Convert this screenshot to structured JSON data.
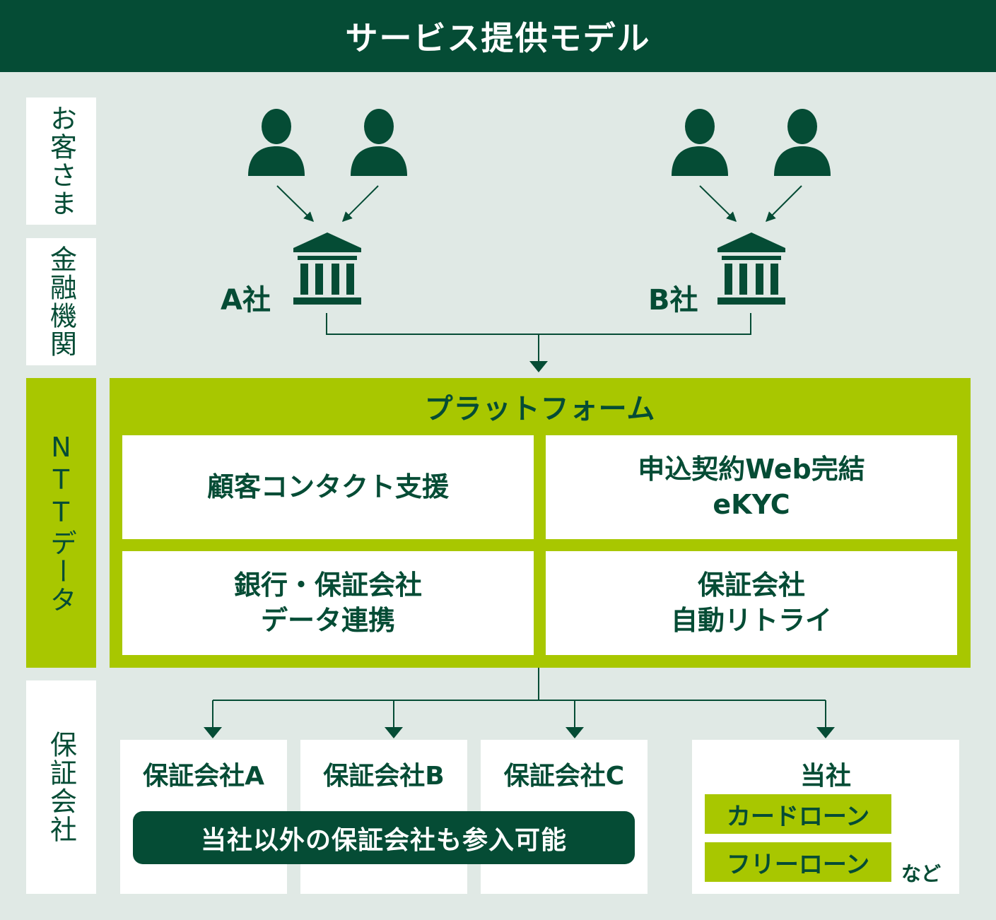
{
  "title": "サービス提供モデル",
  "rows": {
    "customers": "お客さま",
    "financial": "金融機関",
    "ntt": "NTTデータ",
    "guarantee": "保証会社"
  },
  "banks": {
    "a": "A社",
    "b": "B社"
  },
  "platform": {
    "title": "プラットフォーム",
    "boxes": [
      {
        "line1": "顧客コンタクト支援",
        "line2": ""
      },
      {
        "line1": "申込契約Web完結",
        "line2": "eKYC"
      },
      {
        "line1": "銀行・保証会社",
        "line2": "データ連携"
      },
      {
        "line1": "保証会社",
        "line2": "自動リトライ"
      }
    ]
  },
  "guarantors": {
    "a": "保証会社A",
    "b": "保証会社B",
    "c": "保証会社C",
    "own": "当社",
    "banner": "当社以外の保証会社も参入可能",
    "products": [
      "カードローン",
      "フリーローン"
    ],
    "etc": "など"
  },
  "colors": {
    "dark_green": "#054c35",
    "lime": "#a8c700",
    "background": "#e0e9e5"
  },
  "icons": [
    "person-icon",
    "bank-icon"
  ]
}
